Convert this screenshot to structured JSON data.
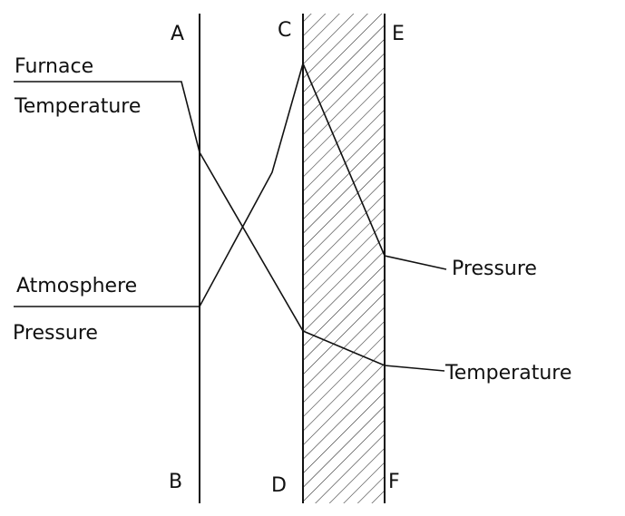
{
  "boundary_labels": {
    "a": "A",
    "b": "B",
    "c": "C",
    "d": "D",
    "e": "E",
    "f": "F"
  },
  "left_labels": {
    "furnace": "Furnace",
    "furnace_temperature": "Temperature",
    "atmosphere": "Atmosphere",
    "atmosphere_pressure": "Pressure"
  },
  "right_labels": {
    "pressure": "Pressure",
    "temperature": "Temperature"
  },
  "colors": {
    "line": "#111111",
    "background": "#ffffff"
  }
}
